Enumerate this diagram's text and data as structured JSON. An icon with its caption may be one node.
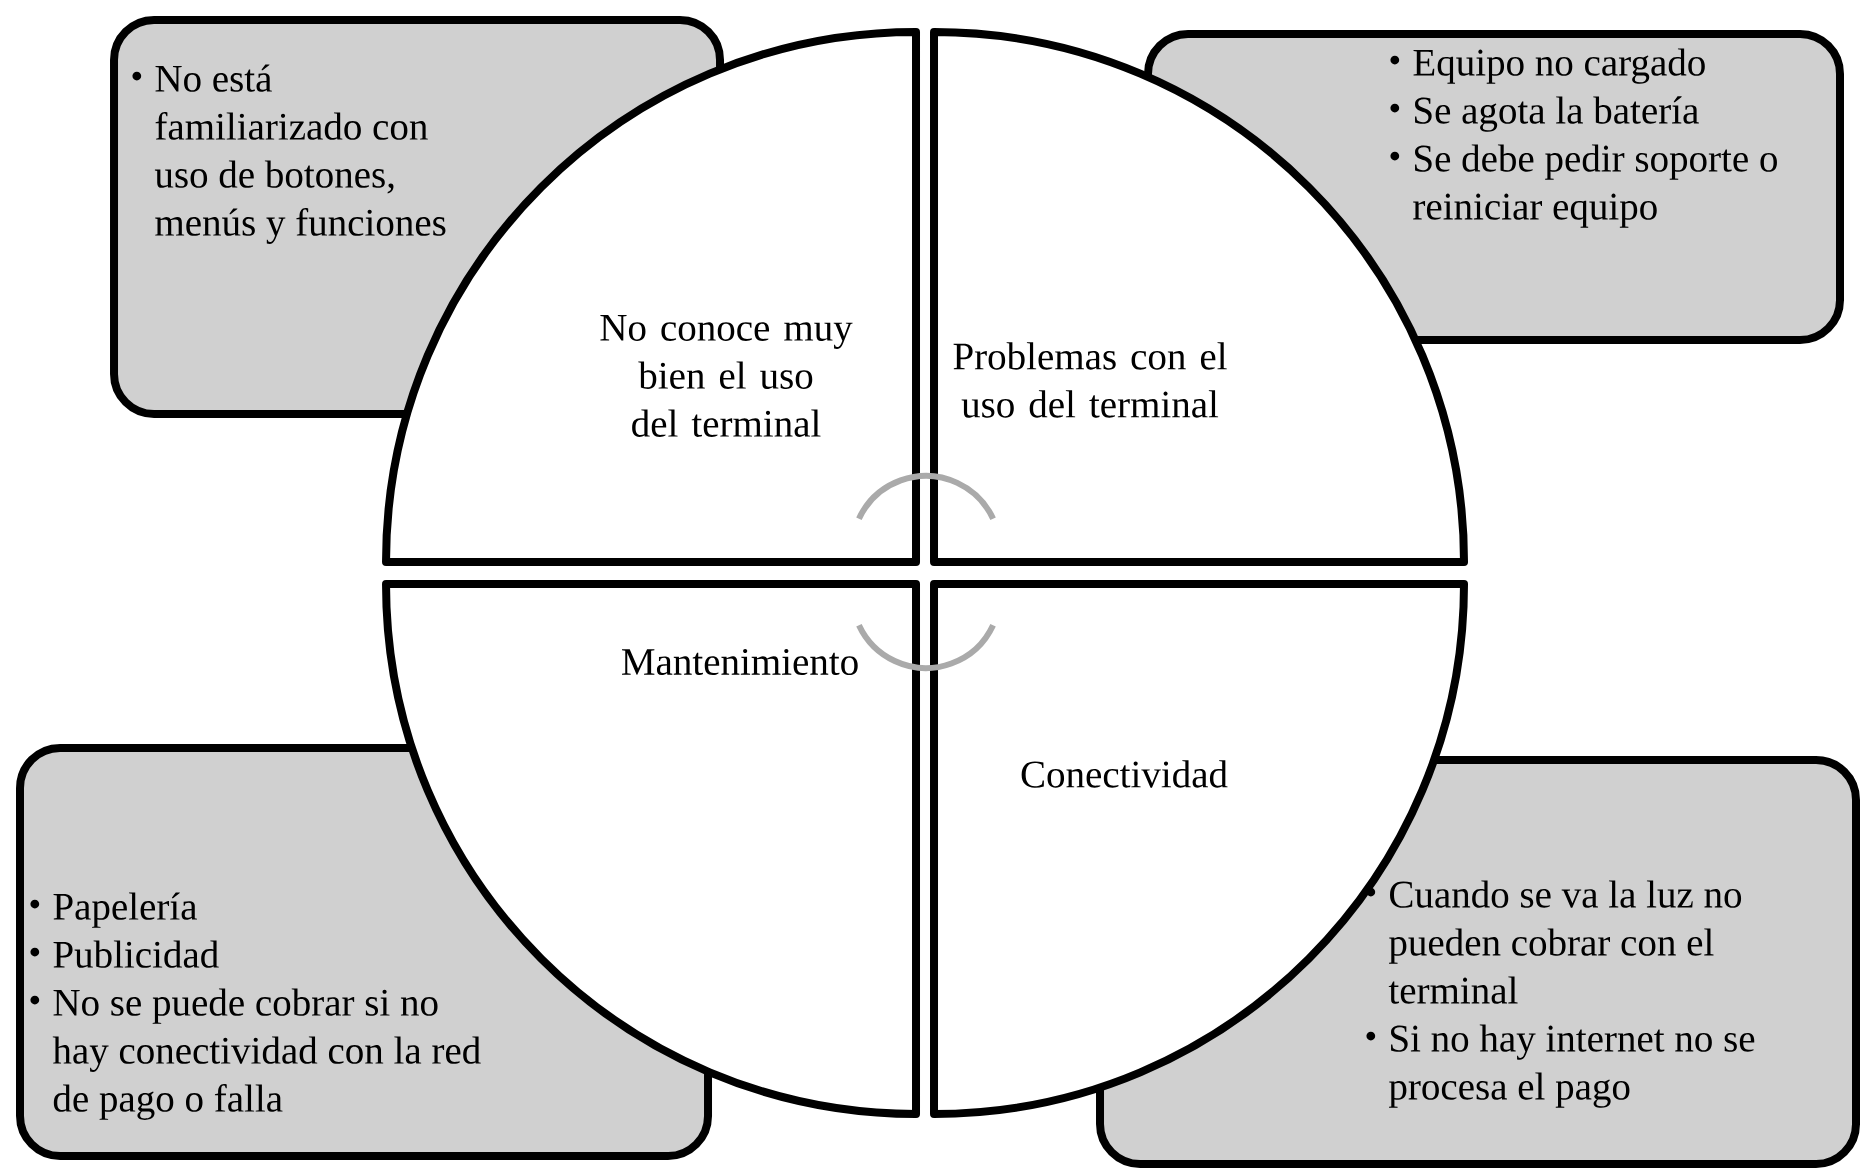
{
  "diagram": {
    "nodes": [
      {
        "text": [
          "No está familiarizado con uso de botones, menús y funciones"
        ]
      },
      {
        "text": [
          "No conoce muy bien el uso del terminal"
        ]
      },
      {
        "text": [
          "Problemas con el uso del terminal"
        ]
      },
      {
        "text": [
          "Equipo no cargado",
          "Se agota la batería",
          "Se debe pedir soporte o reiniciar equipo"
        ]
      },
      {
        "text": [
          "Papelería",
          "Publicidad",
          "No se puede cobrar si no hay conectividad con la red de pago o falla"
        ]
      },
      {
        "text": [
          "Mantenimiento"
        ]
      },
      {
        "text": [
          "Conectividad"
        ]
      },
      {
        "text": [
          "Cuando se va la luz no pueden cobrar con el terminal",
          "Si no hay internet no se procesa el pago"
        ]
      }
    ],
    "edges": [
      {
        "from": 1,
        "to": 2,
        "arrow": "none"
      },
      {
        "from": 6,
        "to": 5,
        "arrow": "none"
      }
    ]
  }
}
